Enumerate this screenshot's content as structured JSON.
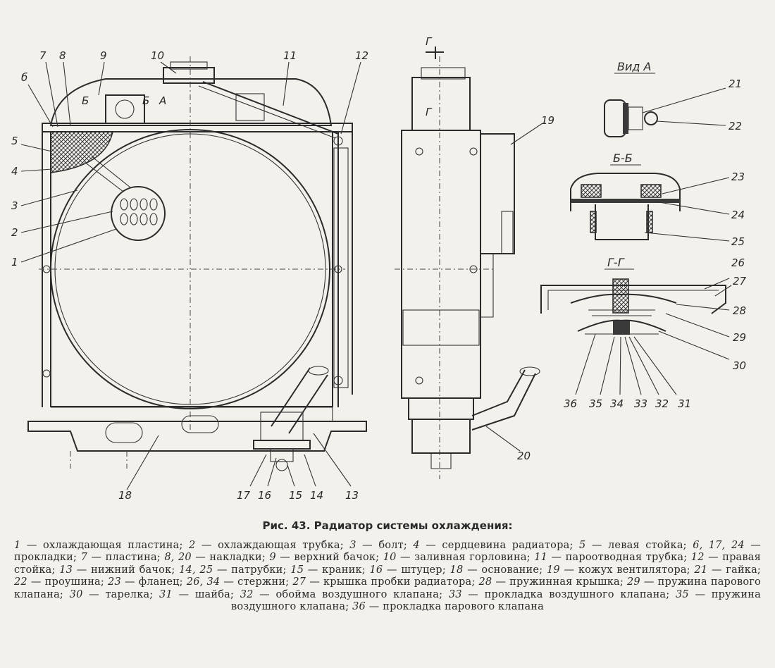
{
  "figure": {
    "view_a_title": "Вид А",
    "section_bb_title": "Б-Б",
    "section_gg_title": "Г-Г",
    "section_marks": [
      "Б",
      "Б",
      "А",
      "Г",
      "Г"
    ],
    "callouts": {
      "n1": "1",
      "n2": "2",
      "n3": "3",
      "n4": "4",
      "n5": "5",
      "n6": "б",
      "n7": "7",
      "n8": "8",
      "n9": "9",
      "n10": "10",
      "n11": "11",
      "n12": "12",
      "n13": "13",
      "n14": "14",
      "n15": "15",
      "n16": "16",
      "n17": "17",
      "n18": "18",
      "n19": "19",
      "n20": "20",
      "n21": "21",
      "n22": "22",
      "n23": "23",
      "n24": "24",
      "n25": "25",
      "n26": "26",
      "n27": "27",
      "n28": "28",
      "n29": "29",
      "n30": "30",
      "n31": "31",
      "n32": "32",
      "n33": "33",
      "n34": "34",
      "n35": "35",
      "n36": "36"
    }
  },
  "caption": {
    "title": "Рис. 43. Радиатор системы охлаждения:",
    "legend": [
      {
        "num": "1",
        "text": " — охлаждающая пластина; "
      },
      {
        "num": "2",
        "text": " — охлаждающая трубка; "
      },
      {
        "num": "3",
        "text": " — болт; "
      },
      {
        "num": "4",
        "text": " — сердцевина радиатора; "
      },
      {
        "num": "5",
        "text": " — левая стойка; "
      },
      {
        "num": "6, 17, 24",
        "text": " — прокладки; "
      },
      {
        "num": "7",
        "text": " — пластина; "
      },
      {
        "num": "8, 20",
        "text": " — накладки; "
      },
      {
        "num": "9",
        "text": " — верхний бачок; "
      },
      {
        "num": "10",
        "text": " — заливная горловина; "
      },
      {
        "num": "11",
        "text": " — пароотводная трубка; "
      },
      {
        "num": "12",
        "text": " — правая стойка; "
      },
      {
        "num": "13",
        "text": " — нижний бачок; "
      },
      {
        "num": "14, 25",
        "text": " — патрубки; "
      },
      {
        "num": "15",
        "text": " — краник; "
      },
      {
        "num": "16",
        "text": " — штуцер; "
      },
      {
        "num": "18",
        "text": " — основание; "
      },
      {
        "num": "19",
        "text": " — кожух вентилятора; "
      },
      {
        "num": "21",
        "text": " — гайка; "
      },
      {
        "num": "22",
        "text": " — проушина; "
      },
      {
        "num": "23",
        "text": " — фланец; "
      },
      {
        "num": "26, 34",
        "text": " — стержни; "
      },
      {
        "num": "27",
        "text": " — крышка пробки радиатора; "
      },
      {
        "num": "28",
        "text": " — пружинная крышка; "
      },
      {
        "num": "29",
        "text": " — пружина парового клапана; "
      },
      {
        "num": "30",
        "text": " — тарелка; "
      },
      {
        "num": "31",
        "text": " — шайба; "
      },
      {
        "num": "32",
        "text": " — обойма воздушного клапана; "
      },
      {
        "num": "33",
        "text": " — прокладка воздушного клапана; "
      },
      {
        "num": "35",
        "text": " — пружина воздушного клапана; "
      },
      {
        "num": "36",
        "text": " — прокладка парового клапана"
      }
    ]
  }
}
